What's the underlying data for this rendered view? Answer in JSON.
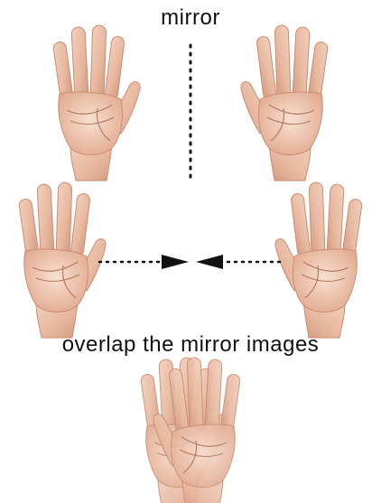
{
  "labels": {
    "mirror": "mirror",
    "overlap": "overlap the mirror images"
  },
  "colors": {
    "skin": "#ebc0a8",
    "skin_shadow": "#c98d74",
    "skin_light": "#f6dccd",
    "crease": "#b47a63",
    "ink": "#111111"
  },
  "icons": {
    "hand": "palm-up-hand-illustration",
    "arrow": "arrow-head"
  }
}
